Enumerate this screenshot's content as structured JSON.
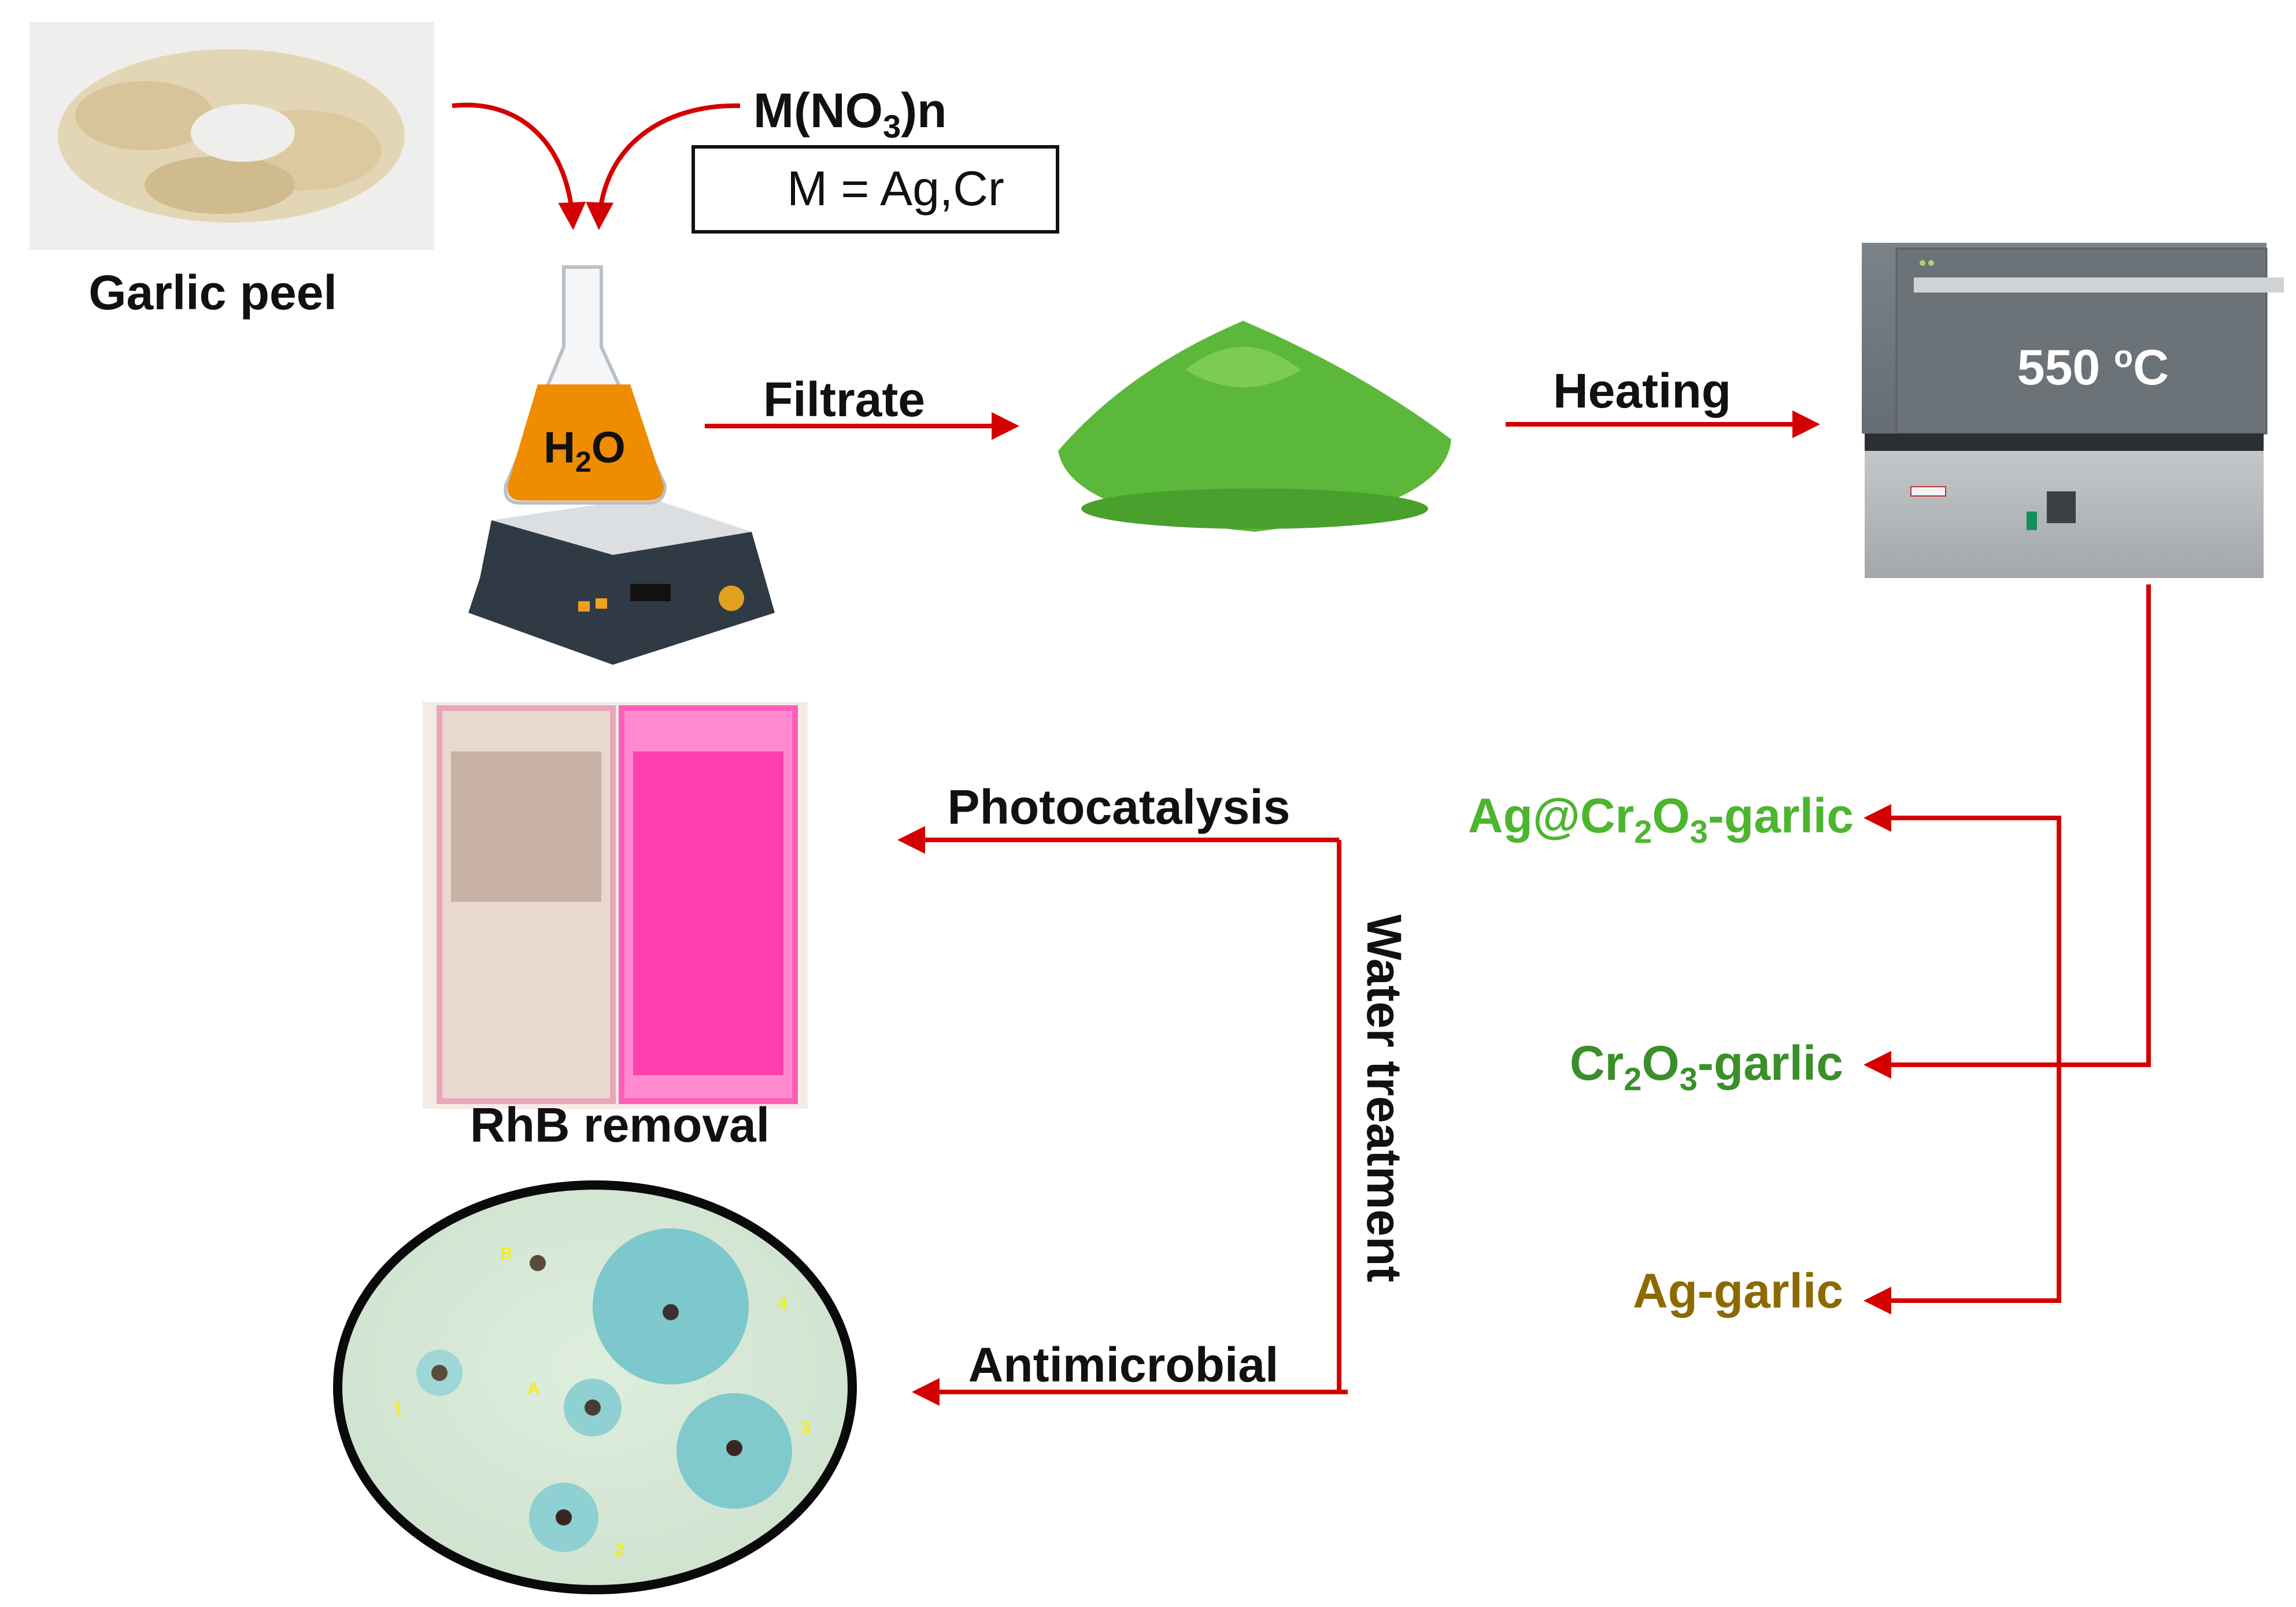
{
  "colors": {
    "arrow": "#d40000",
    "ag_cr2o3_garlic": "#4db52e",
    "cr2o3_garlic": "#3a8f2a",
    "ag_garlic": "#8c6a00",
    "furnace": "#6f767c",
    "powder": "#5cb83a",
    "solution": "#f08c00",
    "rhb_pink": "#ff3fae"
  },
  "inputs": {
    "garlic_peel_label": "Garlic peel",
    "nitrate": {
      "prefix": "M(NO",
      "sub": "3",
      "suffix": ")n"
    },
    "metal_box": "M = Ag,Cr"
  },
  "steps": {
    "flask_label": {
      "prefix": "H",
      "sub": "2",
      "suffix": "O"
    },
    "filtrate_label": "Filtrate",
    "heating_label": "Heating",
    "furnace_temp": {
      "value": "550 ",
      "sup": "o",
      "unit": "C"
    }
  },
  "products": [
    {
      "parts": [
        "Ag@Cr",
        "2",
        "O",
        "3",
        "-garlic"
      ]
    },
    {
      "parts": [
        "Cr",
        "2",
        "O",
        "3",
        "-garlic"
      ]
    },
    {
      "parts": [
        "Ag-garlic"
      ]
    }
  ],
  "applications": {
    "water_treatment_label": "Water treatment",
    "photocatalysis_label": "Photocatalysis",
    "antimicrobial_label": "Antimicrobial",
    "rhb_label": "RhB removal",
    "petri_labels": [
      "B",
      "4",
      "1",
      "A",
      "3",
      "2"
    ]
  },
  "icons": [
    "garlic-peel-photo",
    "erlenmeyer-flask-icon",
    "hot-plate-stirrer-icon",
    "green-powder-photo",
    "muffle-furnace-icon",
    "cuvette-photo",
    "petri-dish-photo"
  ]
}
